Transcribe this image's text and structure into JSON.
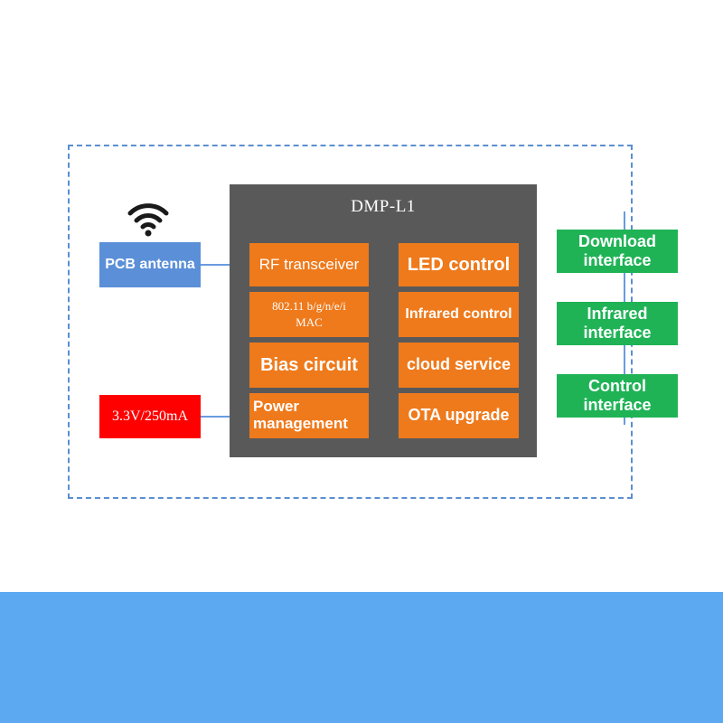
{
  "chip": {
    "title": "DMP-L1",
    "left_column": {
      "rf_transceiver": "RF transceiver",
      "mac_protocol": "802.11 b/g/n/e/i\nMAC",
      "bias_circuit": "Bias circuit",
      "power_management": "Power\nmanagement"
    },
    "right_column": {
      "led_control": "LED control",
      "infrared_control": "Infrared control",
      "cloud_service": "cloud service",
      "ota_upgrade": "OTA upgrade"
    }
  },
  "external": {
    "antenna_label": "PCB antenna",
    "antenna_icon": "wifi-icon",
    "power_supply": "3.3V/250mA"
  },
  "interfaces": [
    "Download\ninterface",
    "Infrared\ninterface",
    "Control\ninterface"
  ],
  "colors": {
    "chip_bg": "#595959",
    "block_orange": "#ee7a1c",
    "antenna_blue": "#5b8fd8",
    "power_red": "#ff0000",
    "interface_green": "#1fb356",
    "frame_dashed": "#5b8fd0",
    "bottom_band": "#5ca9f2"
  }
}
